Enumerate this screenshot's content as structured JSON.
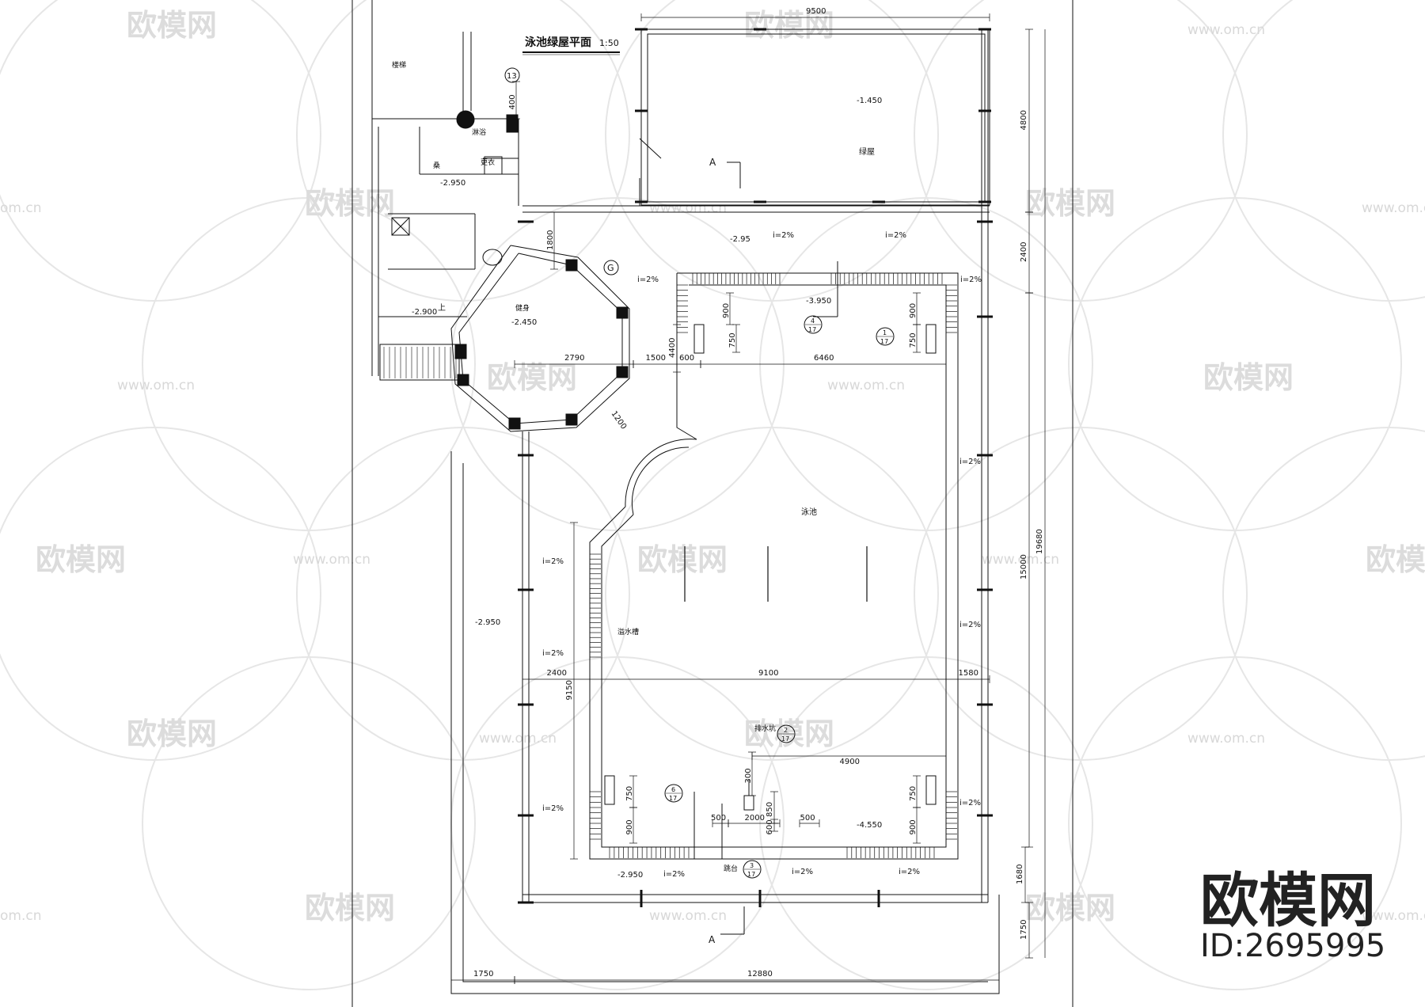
{
  "drawing": {
    "title": "泳池绿屋平面",
    "scale": "1:50",
    "rooms": {
      "greenhouse": "绿屋",
      "gym": "健身",
      "pool": "泳池",
      "shower": "淋浴",
      "changing": "更衣",
      "sauna": "桑",
      "stair": "楼梯",
      "overflow": "溢水槽",
      "drain": "排水坑",
      "platform": "跳台"
    },
    "levels": [
      "-1.450",
      "-2.950",
      "-2.95",
      "-2.900",
      "-2.450",
      "-3.950",
      "-2.950",
      "-4.550",
      "-2.950"
    ],
    "slope": "i=2%",
    "stair_up": "上",
    "dims": {
      "top_total": "9500",
      "right_1": "4800",
      "right_2": "2400",
      "right_3": "15000",
      "right_total": "19680",
      "right_4": "1680",
      "right_5": "1750",
      "bottom_1": "1750",
      "bottom_2": "12880",
      "d400": "400",
      "d1800": "1800",
      "d2790": "2790",
      "d1500": "1500",
      "d4400": "4400",
      "d600": "600",
      "d6460": "6460",
      "d1200": "1200",
      "d900": "900",
      "d750": "750",
      "d2400": "2400",
      "d9100": "9100",
      "d1580": "1580",
      "d9150": "9150",
      "d4900": "4900",
      "d300": "300",
      "d500": "500",
      "d2000": "2000",
      "d850": "850",
      "d600b": "600"
    },
    "axis_13": "13",
    "axis_g": "G",
    "section_mark": "A",
    "details": [
      {
        "num": "4",
        "sheet": "17"
      },
      {
        "num": "1",
        "sheet": "17"
      },
      {
        "num": "2",
        "sheet": "17"
      },
      {
        "num": "6",
        "sheet": "17"
      },
      {
        "num": "3",
        "sheet": "17"
      }
    ]
  },
  "watermark": {
    "brand": "欧模网",
    "url": "www.om.cn",
    "url_short": "om.cn",
    "big_name": "欧模网",
    "id": "ID:2695995"
  }
}
